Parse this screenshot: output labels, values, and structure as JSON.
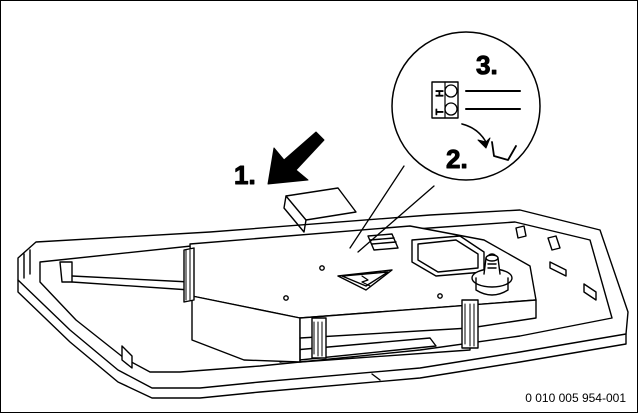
{
  "figure": {
    "step1_label": "1.",
    "step2_label": "2.",
    "step3_label": "3.",
    "terminal_top": "H",
    "terminal_bottom": "T",
    "drawing_code": "0 010 005 954-001"
  }
}
